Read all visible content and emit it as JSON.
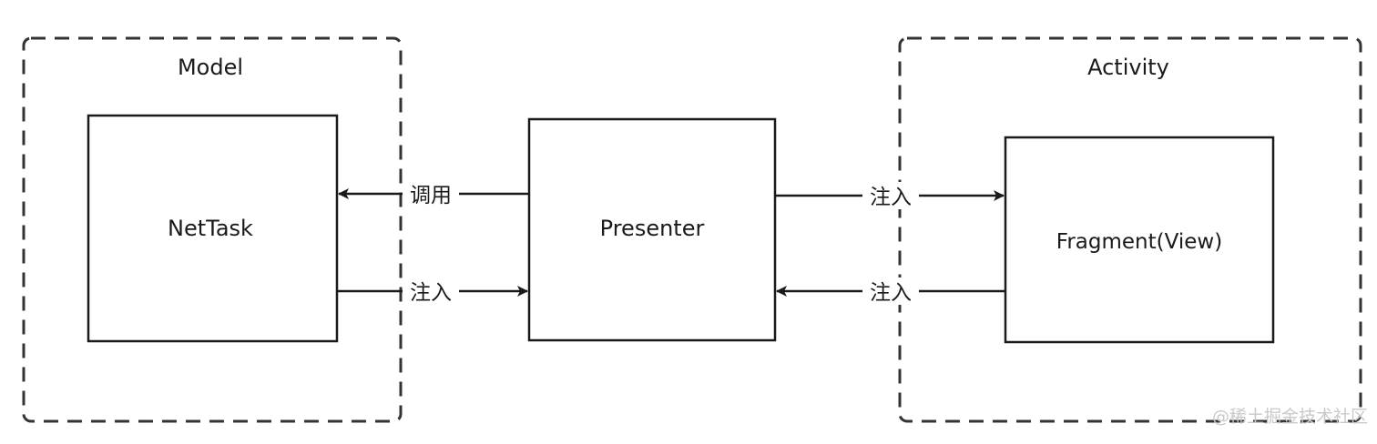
{
  "containers": {
    "model": {
      "label": "Model"
    },
    "activity": {
      "label": "Activity"
    }
  },
  "boxes": {
    "nettask": {
      "label": "NetTask"
    },
    "presenter": {
      "label": "Presenter"
    },
    "fragment": {
      "label": "Fragment(View)"
    }
  },
  "arrows": {
    "presenter_to_nettask": {
      "label": "调用"
    },
    "nettask_to_presenter": {
      "label": "注入"
    },
    "presenter_to_fragment": {
      "label": "注入"
    },
    "fragment_to_presenter": {
      "label": "注入"
    }
  },
  "watermark": {
    "text": "@稀土掘金技术社区"
  },
  "colors": {
    "stroke": "#1a1a1a",
    "dash": "#333333",
    "watermark": "#c9c9c9"
  }
}
